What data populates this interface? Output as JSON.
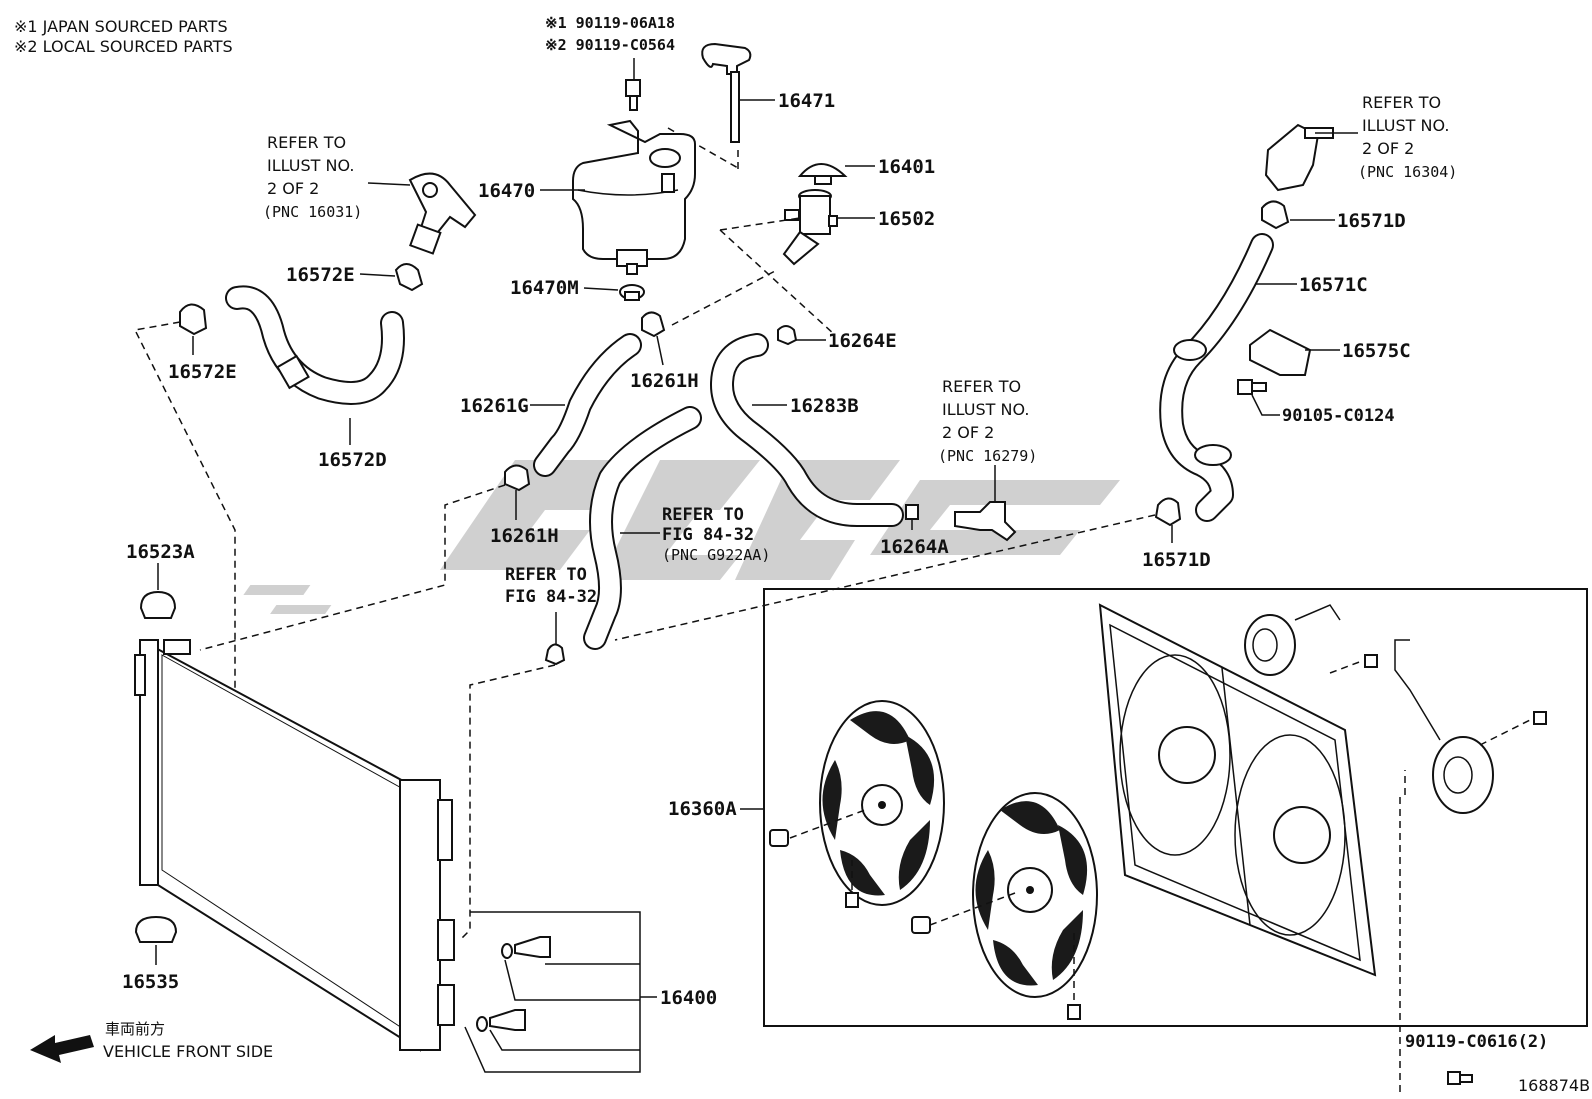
{
  "notes": {
    "line1": "※1 JAPAN SOURCED PARTS",
    "line2": "※2 LOCAL SOURCED PARTS"
  },
  "bolt_numbers": {
    "line1": "※1 90119-06A18",
    "line2": "※2 90119-C0564"
  },
  "refs": {
    "illust_16031": [
      "REFER TO",
      "ILLUST NO.",
      "2 OF 2",
      "(PNC 16031)"
    ],
    "illust_16304": [
      "REFER TO",
      "ILLUST NO.",
      "2 OF 2",
      "(PNC 16304)"
    ],
    "illust_16279": [
      "REFER TO",
      "ILLUST NO.",
      "2 OF 2",
      "(PNC 16279)"
    ],
    "fig_g922aa": [
      "REFER TO",
      "FIG 84-32",
      "(PNC G922AA)"
    ],
    "fig_84_32": [
      "REFER TO",
      "FIG 84-32"
    ]
  },
  "parts": {
    "p16471": "16471",
    "p16470": "16470",
    "p16401": "16401",
    "p16502": "16502",
    "p16470M": "16470M",
    "p16572E_a": "16572E",
    "p16572E_b": "16572E",
    "p16572D": "16572D",
    "p16261G": "16261G",
    "p16261H_a": "16261H",
    "p16261H_b": "16261H",
    "p16264E": "16264E",
    "p16283B": "16283B",
    "p16264A": "16264A",
    "p16571D_a": "16571D",
    "p16571D_b": "16571D",
    "p16571C": "16571C",
    "p16575C": "16575C",
    "p90105": "90105-C0124",
    "p16523A": "16523A",
    "p16535": "16535",
    "p16360A": "16360A",
    "p16400": "16400",
    "p90119": "90119-C0616(2)"
  },
  "direction": {
    "jp": "車両前方",
    "en": "VEHICLE FRONT SIDE",
    "arrow_icon": "arrow-left-icon"
  },
  "diagram_id": "168874B"
}
